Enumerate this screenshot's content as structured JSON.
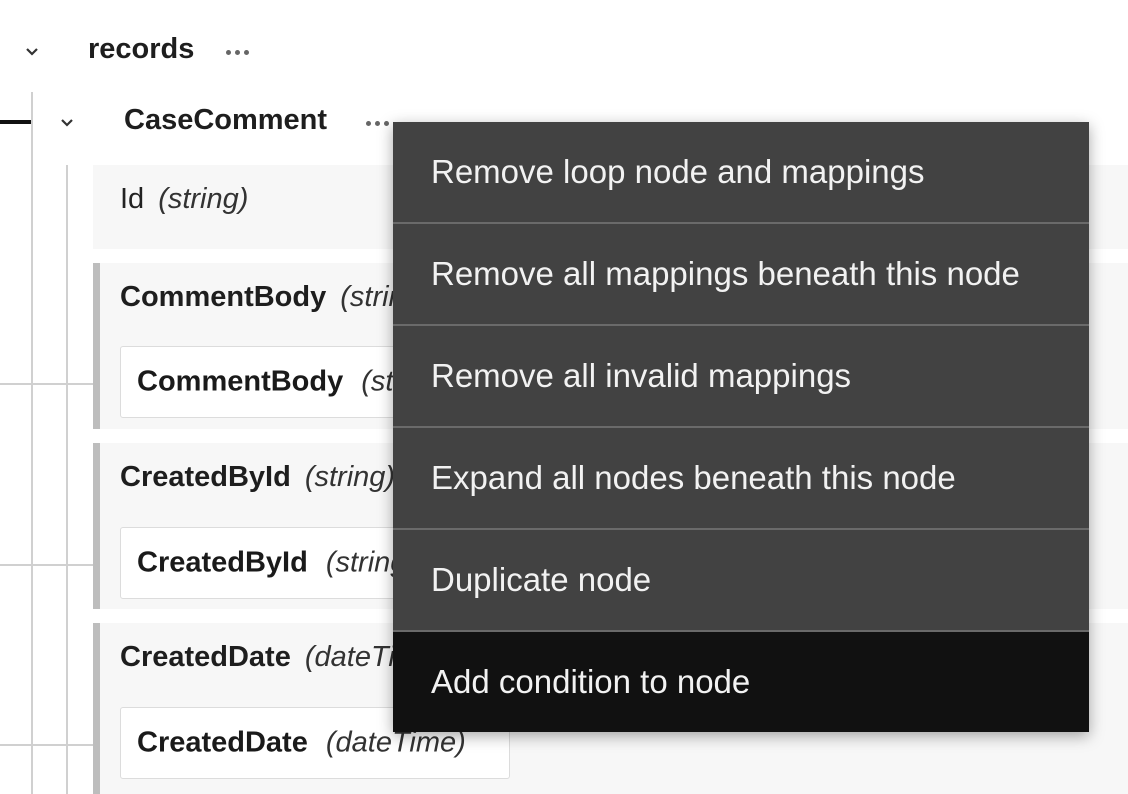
{
  "tree": {
    "root": {
      "title": "records"
    },
    "loop_node": {
      "title": "CaseComment"
    },
    "fields": [
      {
        "name": "Id",
        "type": "(string)"
      },
      {
        "name": "CommentBody",
        "type": "(string)",
        "mapped_name": "CommentBody",
        "mapped_type": "(string)"
      },
      {
        "name": "CreatedById",
        "type": "(string)",
        "mapped_name": "CreatedById",
        "mapped_type": "(string)"
      },
      {
        "name": "CreatedDate",
        "type": "(dateTime)",
        "mapped_name": "CreatedDate",
        "mapped_type": "(dateTime)"
      }
    ]
  },
  "context_menu": {
    "items": [
      {
        "label": "Remove loop node and mappings"
      },
      {
        "label": "Remove all mappings beneath this node"
      },
      {
        "label": "Remove all invalid mappings"
      },
      {
        "label": "Expand all nodes beneath this node"
      },
      {
        "label": "Duplicate node"
      },
      {
        "label": "Add condition to node"
      }
    ],
    "highlighted_item": "Add condition to node"
  },
  "colors": {
    "menu_bg": "#424242",
    "menu_highlight": "#111111",
    "menu_text": "#f2f2f2"
  }
}
